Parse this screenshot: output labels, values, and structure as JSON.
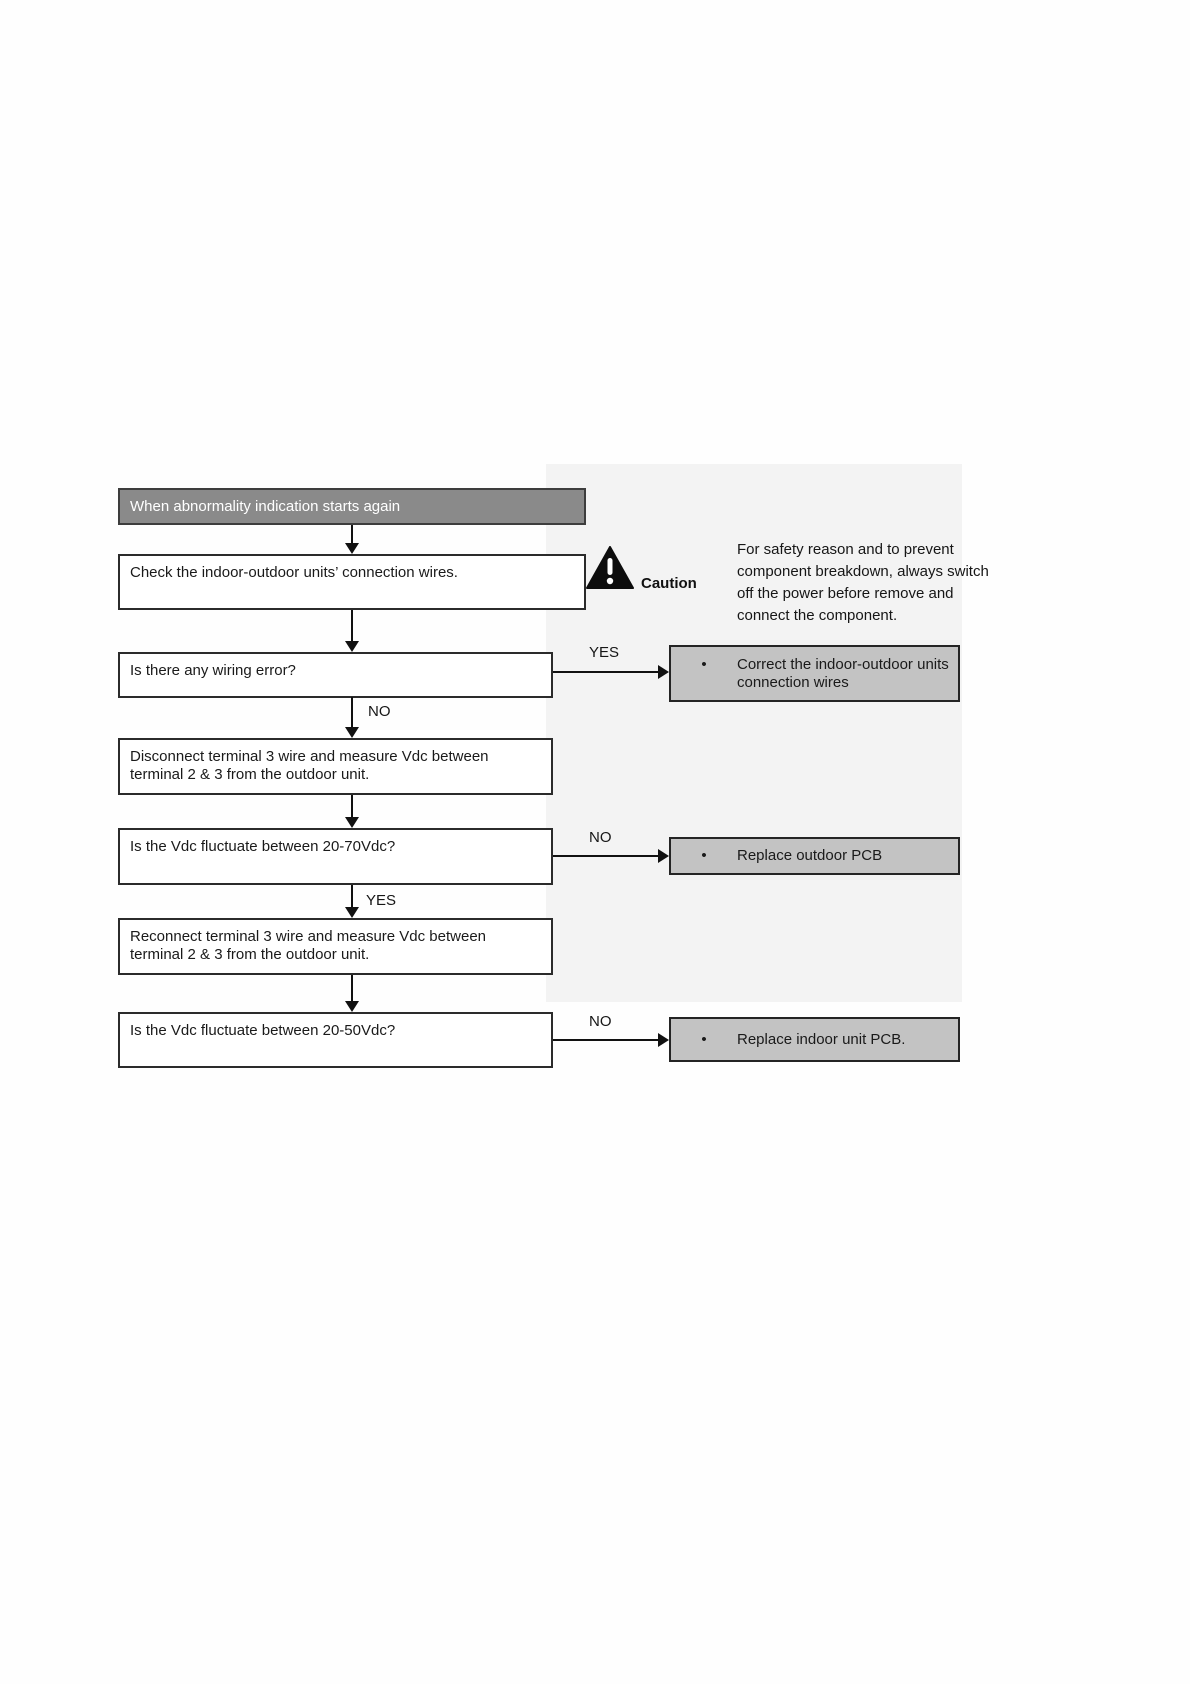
{
  "flowchart": {
    "header": {
      "label": "When abnormality indication starts again"
    },
    "caution": {
      "label": "Caution",
      "lines": [
        "For safety reason and to prevent",
        "component breakdown, always switch",
        "off the power before remove and",
        "connect the component."
      ]
    },
    "steps": [
      {
        "text": "Check the indoor-outdoor units’ connection wires."
      },
      {
        "text": "Is there any wiring error?"
      },
      {
        "text": "Disconnect terminal 3 wire and measure Vdc between terminal 2 & 3 from the outdoor unit."
      },
      {
        "text": "Is the Vdc fluctuate between 20-70Vdc?"
      },
      {
        "text": "Reconnect terminal 3 wire and measure Vdc between terminal 2 & 3 from the outdoor unit."
      },
      {
        "text": "Is the Vdc fluctuate between 20-50Vdc?"
      }
    ],
    "branch_labels": {
      "wiring_error_yes": "YES",
      "wiring_error_no": "NO",
      "vdc70_no": "NO",
      "vdc70_yes": "YES",
      "vdc50_no": "NO"
    },
    "results": [
      {
        "bullet": "•",
        "text": "Correct the indoor-outdoor units connection wires"
      },
      {
        "bullet": "•",
        "text": "Replace outdoor PCB"
      },
      {
        "bullet": "•",
        "text": "Replace indoor unit PCB."
      }
    ],
    "colors": {
      "header_fill": "#8a8a8a",
      "result_fill": "#c3c3c3",
      "border": "#2b2b2b"
    }
  }
}
